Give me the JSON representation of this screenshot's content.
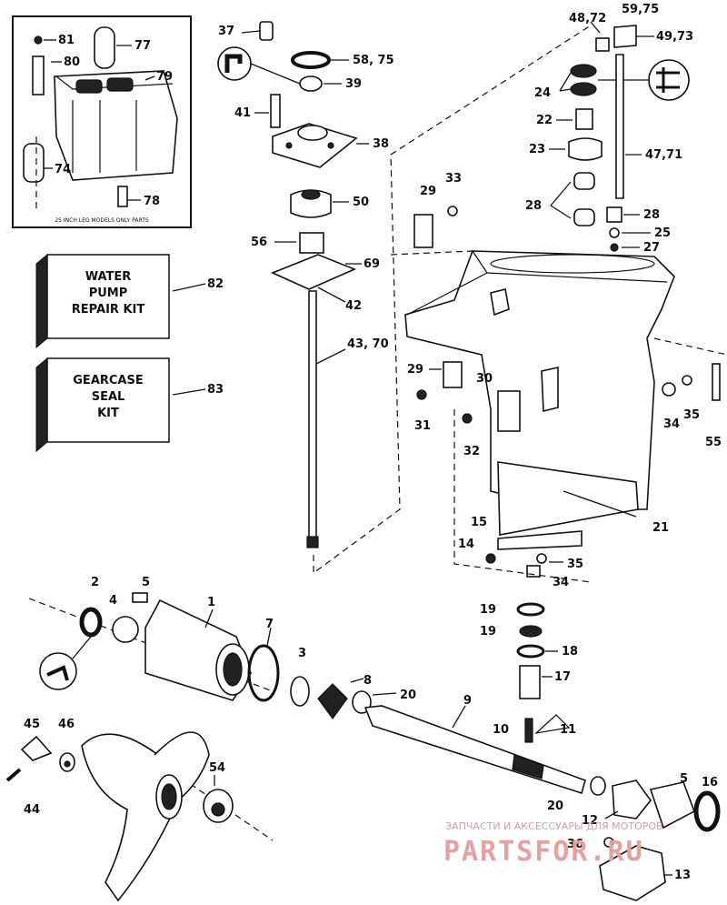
{
  "inset": {
    "caption": "25 INCH LEG MODELS ONLY PARTS",
    "labels": [
      "81",
      "80",
      "77",
      "79",
      "74",
      "78"
    ]
  },
  "kits": {
    "water_pump": {
      "title_lines": [
        "WATER",
        "PUMP",
        "REPAIR KIT"
      ],
      "number": "82"
    },
    "gearcase": {
      "title_lines": [
        "GEARCASE",
        "SEAL",
        "KIT"
      ],
      "number": "83"
    }
  },
  "labels": {
    "l37": "37",
    "l58": "58, 75",
    "l39": "39",
    "l41": "41",
    "l38": "38",
    "l50": "50",
    "l56": "56",
    "l69": "69",
    "l42": "42",
    "l43": "43, 70",
    "l48": "48,72",
    "l59": "59,75",
    "l49": "49,73",
    "l24": "24",
    "l22": "22",
    "l23": "23",
    "l47": "47,71",
    "l33": "33",
    "l29a": "29",
    "l28a": "28",
    "l28b": "28",
    "l25": "25",
    "l27": "27",
    "l29b": "29",
    "l30": "30",
    "l31": "31",
    "l32": "32",
    "l34a": "34",
    "l35a": "35",
    "l55": "55",
    "l21": "21",
    "l15": "15",
    "l14": "14",
    "l35b": "35",
    "l34b": "34",
    "l2": "2",
    "l5a": "5",
    "l4": "4",
    "l1": "1",
    "l7": "7",
    "l3": "3",
    "l8": "8",
    "l20a": "20",
    "l9": "9",
    "l19a": "19",
    "l19b": "19",
    "l18": "18",
    "l17": "17",
    "l10": "10",
    "l11": "11",
    "l45": "45",
    "l46": "46",
    "l44": "44",
    "l54": "54",
    "l20b": "20",
    "l12": "12",
    "l36": "36",
    "l13": "13",
    "l5b": "5",
    "l16": "16"
  },
  "watermark": {
    "line1": "ЗАПЧАСТИ И АКСЕССУАРЫ ДЛЯ МОТОРОВ",
    "line2": "PARTSFOR.RU"
  }
}
